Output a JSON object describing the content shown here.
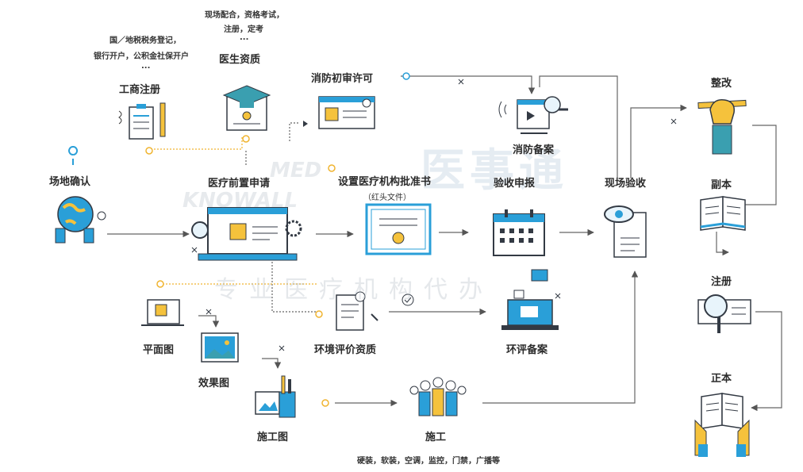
{
  "notes": {
    "top_center": "现场配合，资格考试，",
    "top_center2": "注册，定考",
    "top_center_dots": "...",
    "top_left": "国／地税税务登记，",
    "top_left2": "银行开户，公积金社保开户",
    "top_left_dots": "..."
  },
  "nodes": {
    "site_confirm": "场地确认",
    "business_reg": "工商注册",
    "doctor_qual": "医生资质",
    "fire_permit": "消防初审许可",
    "fire_record": "消防备案",
    "pre_application": "医疗前置申请",
    "approval_doc": "设置医疗机构批准书",
    "approval_doc_sub": "（红头文件）",
    "acceptance_apply": "验收申报",
    "site_inspection": "现场验收",
    "rectify": "整改",
    "copy": "副本",
    "register": "注册",
    "original": "正本",
    "floor_plan": "平面图",
    "render": "效果图",
    "construction_drawing": "施工图",
    "env_eval": "环境评价资质",
    "env_record": "环评备案",
    "construction": "施工",
    "construction_sub": "硬装，软装，空调，监控，门禁，广播等"
  },
  "watermark": {
    "brand_cn": "医事通",
    "slogan": "专业医疗机构代办",
    "brand_en1": "MED",
    "brand_en2": "KNOWALL"
  },
  "colors": {
    "blue": "#2a9fd8",
    "yellow": "#f5c23c",
    "dark": "#333a44",
    "teal": "#3a9fb0",
    "line": "#555555"
  }
}
